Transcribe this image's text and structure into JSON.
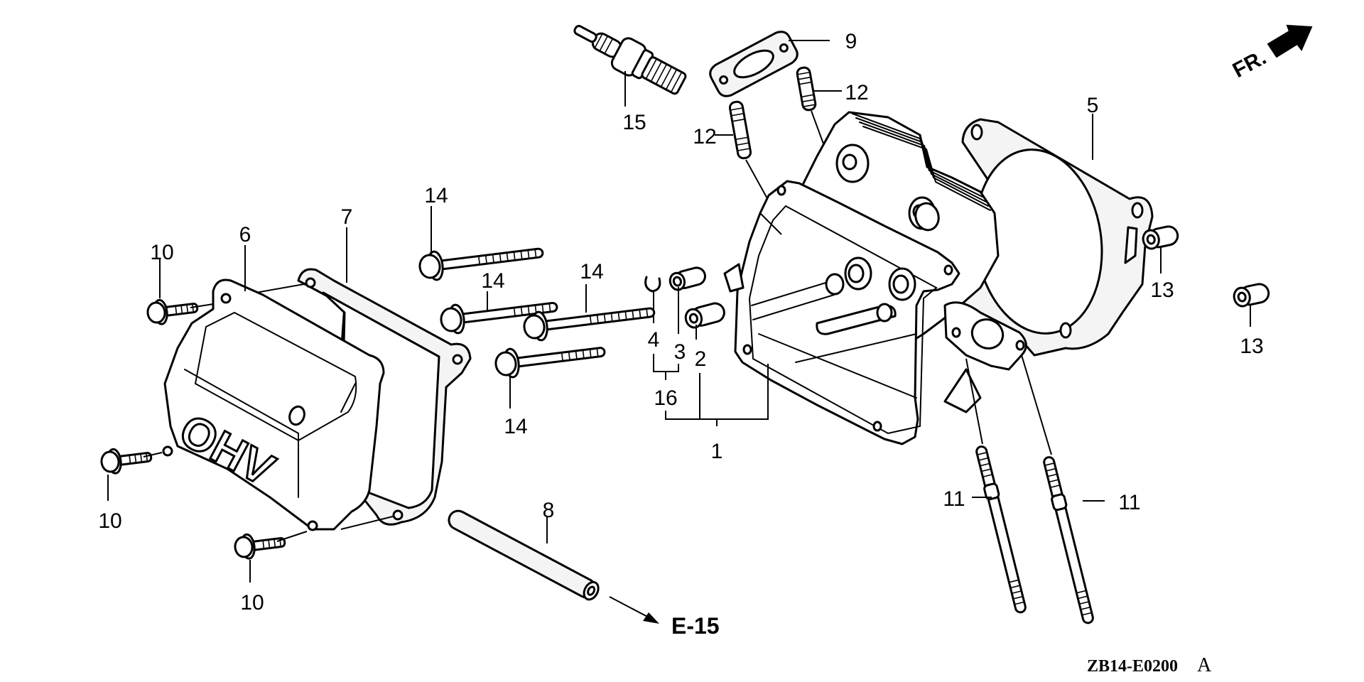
{
  "diagram": {
    "title": "Cylinder head exploded view",
    "drawing_code": "ZB14-E0200",
    "drawing_revision": "A",
    "direction_indicator": "FR.",
    "cross_reference": "E-15",
    "cover_emboss": "OHV"
  },
  "callouts": {
    "c1": "1",
    "c2": "2",
    "c3": "3",
    "c4": "4",
    "c5": "5",
    "c6": "6",
    "c7": "7",
    "c8": "8",
    "c9": "9",
    "c10a": "10",
    "c10b": "10",
    "c10c": "10",
    "c11a": "11",
    "c11b": "11",
    "c12a": "12",
    "c12b": "12",
    "c13a": "13",
    "c13b": "13",
    "c14a": "14",
    "c14b": "14",
    "c14c": "14",
    "c14d": "14",
    "c15": "15",
    "c16": "16"
  },
  "parts": [
    {
      "ref": "1",
      "name": "cylinder head assembly"
    },
    {
      "ref": "2",
      "name": "valve guide"
    },
    {
      "ref": "3",
      "name": "valve guide"
    },
    {
      "ref": "4",
      "name": "clip"
    },
    {
      "ref": "5",
      "name": "cylinder head gasket"
    },
    {
      "ref": "6",
      "name": "head cover"
    },
    {
      "ref": "7",
      "name": "head cover gasket"
    },
    {
      "ref": "8",
      "name": "breather tube"
    },
    {
      "ref": "9",
      "name": "insulator gasket"
    },
    {
      "ref": "10",
      "name": "flange bolt"
    },
    {
      "ref": "11",
      "name": "stud bolt"
    },
    {
      "ref": "12",
      "name": "stud bolt"
    },
    {
      "ref": "13",
      "name": "dowel pin"
    },
    {
      "ref": "14",
      "name": "flange bolt"
    },
    {
      "ref": "15",
      "name": "spark plug"
    },
    {
      "ref": "16",
      "name": "valve guide set"
    }
  ]
}
